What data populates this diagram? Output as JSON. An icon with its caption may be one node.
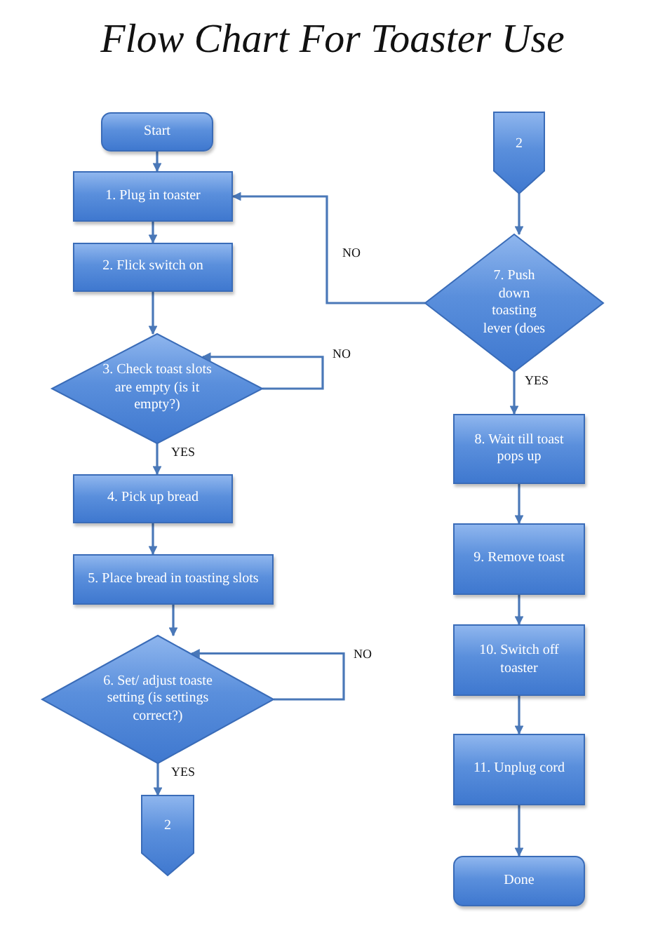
{
  "diagram": {
    "title": "Flow Chart For Toaster Use",
    "nodes": [
      {
        "text": [
          "Start"
        ]
      },
      {
        "text": [
          "1. Plug in toaster"
        ]
      },
      {
        "text": [
          "2. Flick switch on"
        ]
      },
      {
        "text": [
          "3. Check toast slots are empty (is it empty?)"
        ]
      },
      {
        "text": [
          "4. Pick up bread"
        ]
      },
      {
        "text": [
          "5. Place bread in toasting slots"
        ]
      },
      {
        "text": [
          "6. Set/ adjust toaste setting (is settings correct?)"
        ]
      },
      {
        "text": [
          "2"
        ]
      },
      {
        "text": [
          "2"
        ]
      },
      {
        "text": [
          "7. Push down toasting lever (does"
        ]
      },
      {
        "text": [
          "8. Wait till toast pops up"
        ]
      },
      {
        "text": [
          "9. Remove toast"
        ]
      },
      {
        "text": [
          "10. Switch off toaster"
        ]
      },
      {
        "text": [
          "11.  Unplug cord"
        ]
      },
      {
        "text": [
          "Done"
        ]
      }
    ],
    "edges": [
      {
        "from": 0,
        "to": 1,
        "arrow": "to"
      },
      {
        "from": 1,
        "to": 2,
        "arrow": "to"
      },
      {
        "from": 2,
        "to": 3,
        "arrow": "to"
      },
      {
        "from": 3,
        "to": 3,
        "arrow": "to",
        "label": "NO"
      },
      {
        "from": 3,
        "to": 4,
        "arrow": "to",
        "label": "YES"
      },
      {
        "from": 4,
        "to": 5,
        "arrow": "to"
      },
      {
        "from": 5,
        "to": 6,
        "arrow": "to"
      },
      {
        "from": 6,
        "to": 6,
        "arrow": "to",
        "label": "NO"
      },
      {
        "from": 6,
        "to": 7,
        "arrow": "to",
        "label": "YES"
      },
      {
        "from": 8,
        "to": 9,
        "arrow": "to"
      },
      {
        "from": 9,
        "to": 1,
        "arrow": "to",
        "label": "NO"
      },
      {
        "from": 9,
        "to": 10,
        "arrow": "to",
        "label": "YES"
      },
      {
        "from": 10,
        "to": 11,
        "arrow": "to"
      },
      {
        "from": 11,
        "to": 12,
        "arrow": "to"
      },
      {
        "from": 12,
        "to": 13,
        "arrow": "to"
      },
      {
        "from": 13,
        "to": 14,
        "arrow": "to"
      }
    ]
  }
}
